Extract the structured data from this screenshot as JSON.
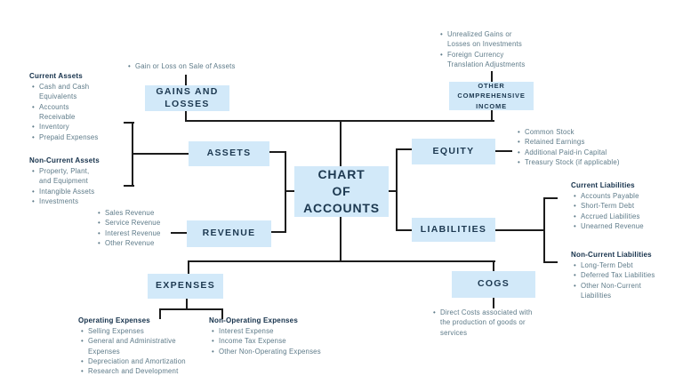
{
  "nodes": {
    "gains_losses": {
      "label": "GAINS AND\nLOSSES"
    },
    "other_comprehensive_income": {
      "label": "OTHER\nCOMPREHENSIVE\nINCOME"
    },
    "assets": {
      "label": "ASSETS"
    },
    "equity": {
      "label": "EQUITY"
    },
    "chart_of_accounts": {
      "label": "CHART\nOF\nACCOUNTS"
    },
    "revenue": {
      "label": "REVENUE"
    },
    "liabilities": {
      "label": "LIABILITIES"
    },
    "expenses": {
      "label": "EXPENSES"
    },
    "cogs": {
      "label": "COGS"
    }
  },
  "groups": {
    "current_assets": {
      "heading": "Current Assets",
      "items": [
        "Cash and Cash\nEquivalents",
        "Accounts\nReceivable",
        "Inventory",
        "Prepaid Expenses"
      ]
    },
    "non_current_assets": {
      "heading": "Non-Current Assets",
      "items": [
        "Property, Plant,\nand Equipment",
        "Intangible Assets",
        "Investments"
      ]
    },
    "gains_losses_items": {
      "items": [
        "Gain or Loss on Sale of Assets"
      ]
    },
    "oci_items": {
      "items": [
        "Unrealized Gains or\nLosses on Investments",
        "Foreign Currency\nTranslation Adjustments"
      ]
    },
    "equity_items": {
      "items": [
        "Common Stock",
        "Retained Earnings",
        "Additional Paid-in Capital",
        "Treasury Stock (if applicable)"
      ]
    },
    "current_liabilities": {
      "heading": "Current Liabilities",
      "items": [
        "Accounts Payable",
        "Short-Term Debt",
        "Accrued Liabilities",
        "Unearned Revenue"
      ]
    },
    "non_current_liabilities": {
      "heading": "Non-Current Liabilities",
      "items": [
        "Long-Term Debt",
        "Deferred Tax Liabilities",
        "Other Non-Current\nLiabilities"
      ]
    },
    "revenue_items": {
      "items": [
        "Sales Revenue",
        "Service Revenue",
        "Interest Revenue",
        "Other Revenue"
      ]
    },
    "operating_expenses": {
      "heading": "Operating Expenses",
      "items": [
        "Selling Expenses",
        "General and Administrative\nExpenses",
        "Depreciation and Amortization",
        "Research and Development"
      ]
    },
    "non_operating_expenses": {
      "heading": "Non-Operating Expenses",
      "items": [
        "Interest Expense",
        "Income Tax Expense",
        "Other Non-Operating Expenses"
      ]
    },
    "cogs_items": {
      "items": [
        "Direct Costs associated with\nthe production of goods or\nservices"
      ]
    }
  },
  "colors": {
    "background": "#ffffff",
    "node_fill": "#d2e9f9",
    "node_text": "#1c3850",
    "heading_text": "#14304a",
    "bullet_text": "#5d7a88",
    "connector": "#1c1c1c"
  }
}
